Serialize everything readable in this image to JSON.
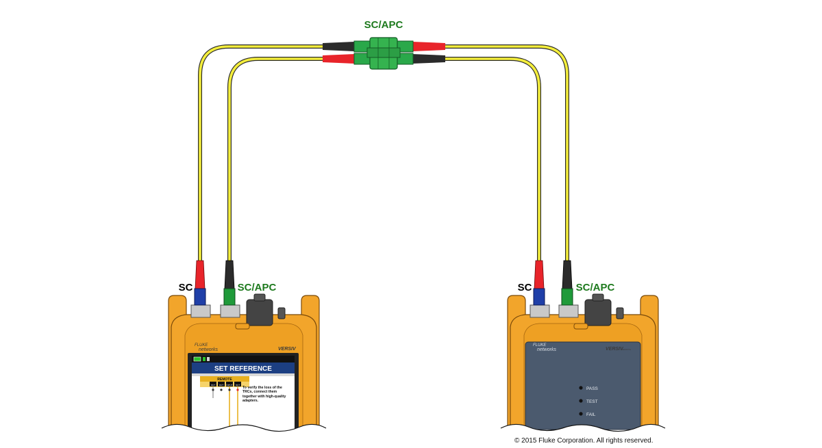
{
  "labels": {
    "adapter": "SC/APC",
    "left_sc": "SC",
    "left_scapc": "SC/APC",
    "right_sc": "SC",
    "right_scapc": "SC/APC"
  },
  "main_unit": {
    "brand_top": "FLUKE",
    "brand_bottom": "networks",
    "model": "VERSIV",
    "screen_title": "SET REFERENCE",
    "remote_tab": "REMOTE",
    "port_labels": [
      "OUT",
      "OUT",
      "INPUT",
      "OUT"
    ],
    "instruction": "To verify the loss of the TRCs, connect them together with high-quality adapters."
  },
  "remote_unit": {
    "brand_top": "FLUKE",
    "brand_bottom": "networks",
    "model": "VERSIV",
    "model_suffix": "REMOTE",
    "indicators": [
      "PASS",
      "TEST",
      "FAIL"
    ]
  },
  "copyright": "© 2015 Fluke Corporation. All rights reserved.",
  "colors": {
    "cable": "#f4ee3c",
    "cable_outline": "#2a2a2a",
    "sc_boot": "#e8242a",
    "apc_boot": "#2b2b2b",
    "sc_connector": "#1f3fa8",
    "apc_connector": "#1f9a3a",
    "label_green": "#1e7a1e",
    "housing": "#f2a52b",
    "remote_panel": "#4b5a6e",
    "screen_blue": "#1c3f82"
  }
}
